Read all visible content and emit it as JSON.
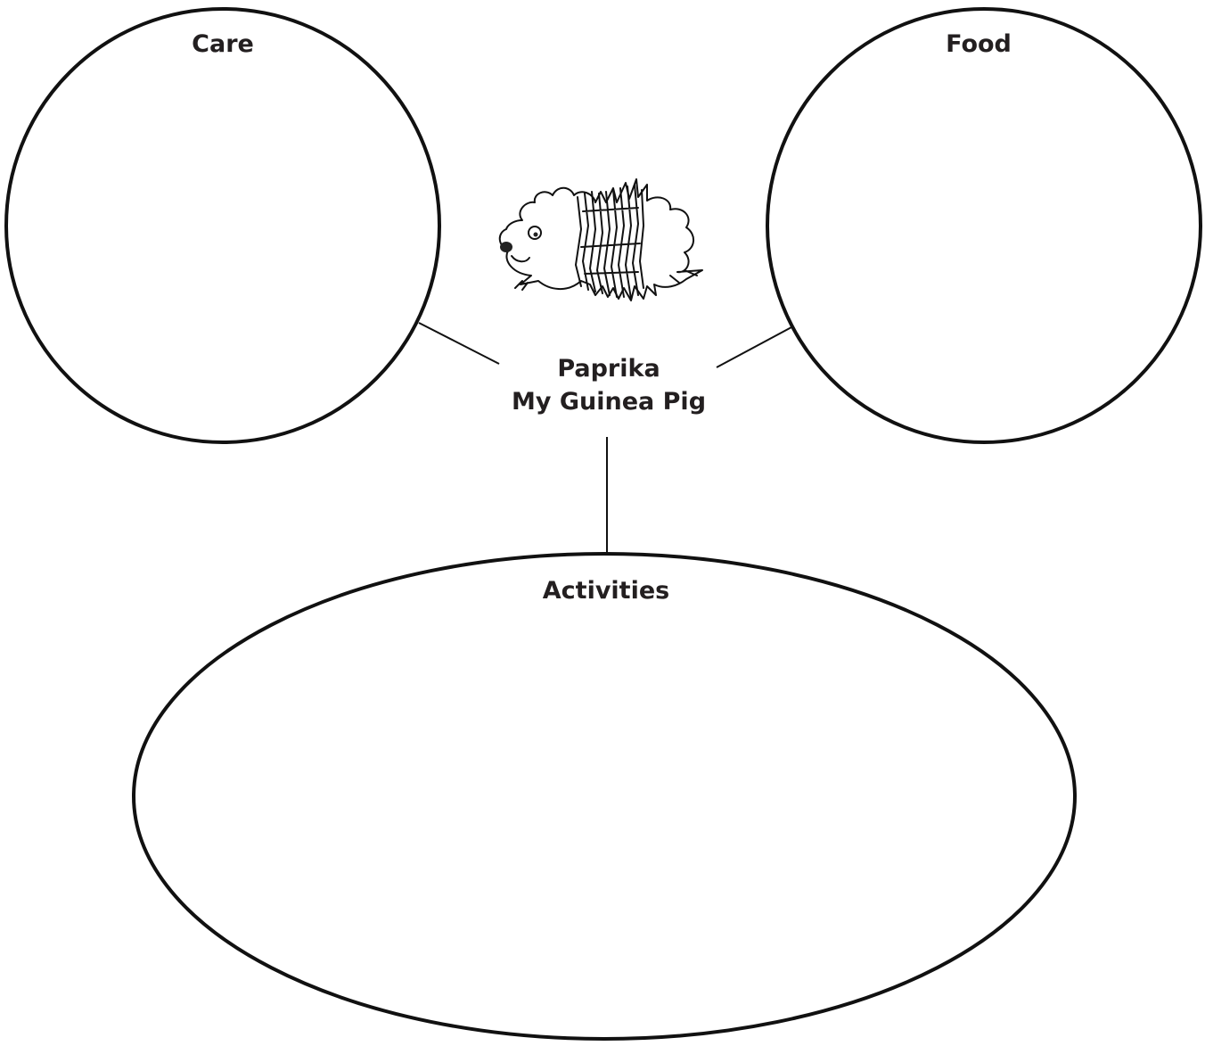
{
  "center": {
    "title_line1": "Paprika",
    "title_line2": "My Guinea Pig"
  },
  "bubbles": {
    "care": {
      "label": "Care"
    },
    "food": {
      "label": "Food"
    },
    "activities": {
      "label": "Activities"
    }
  },
  "illustration": {
    "icon": "guinea-pig-illustration"
  },
  "colors": {
    "ink": "#111111",
    "text": "#231f20",
    "background": "#ffffff"
  }
}
